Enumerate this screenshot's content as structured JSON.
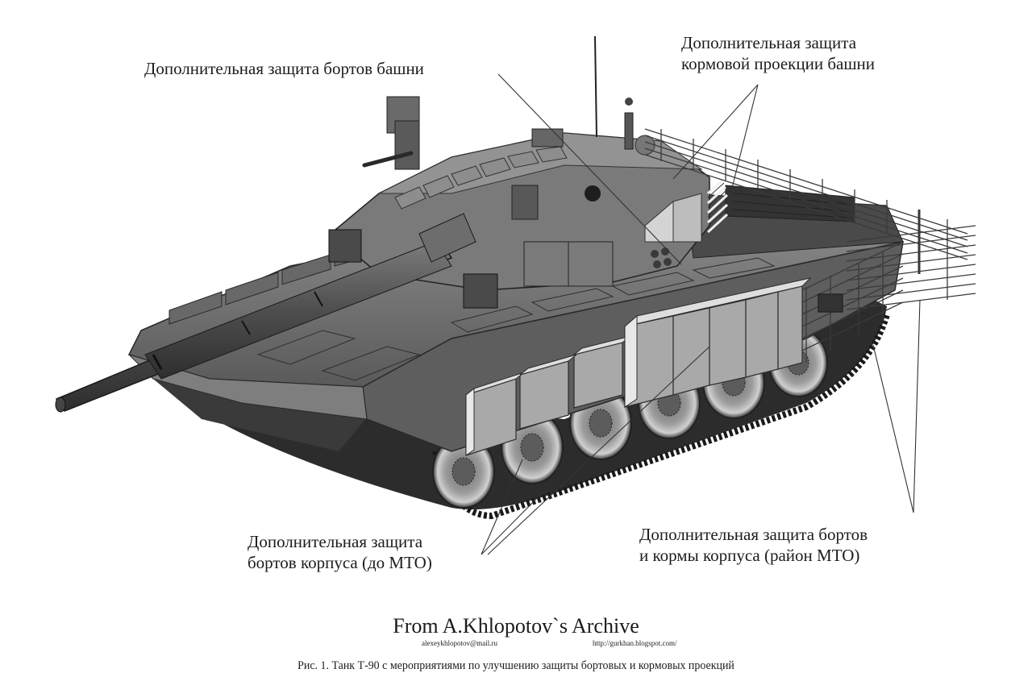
{
  "figure": {
    "subject": "T-90 tank with additional side and rear protection",
    "annotations": {
      "turret_sides": "Дополнительная защита бортов башни",
      "turret_rear_line1": "Дополнительная защита",
      "turret_rear_line2": "кормовой проекции башни",
      "hull_sides_line1": "Дополнительная защита",
      "hull_sides_line2": "бортов корпуса (до МТО)",
      "hull_rear_line1": "Дополнительная защита бортов",
      "hull_rear_line2": "и кормы корпуса (район МТО)"
    },
    "colors": {
      "background": "#ffffff",
      "hull": "#6e6e6e",
      "hull_dark": "#3f3f3f",
      "hull_light": "#9a9a9a",
      "armor_blocks": "#b9b9b9",
      "armor_blocks_light": "#e2e2e2",
      "leader_lines": "#333333"
    }
  },
  "watermark": {
    "title": "From A.Khlopotov`s Archive",
    "email": "alexeykhlopotov@mail.ru",
    "url": "http://gurkhan.blogspot.com/"
  },
  "caption": "Рис. 1. Танк Т-90 с мероприятиями по улучшению защиты бортовых и кормовых проекций"
}
